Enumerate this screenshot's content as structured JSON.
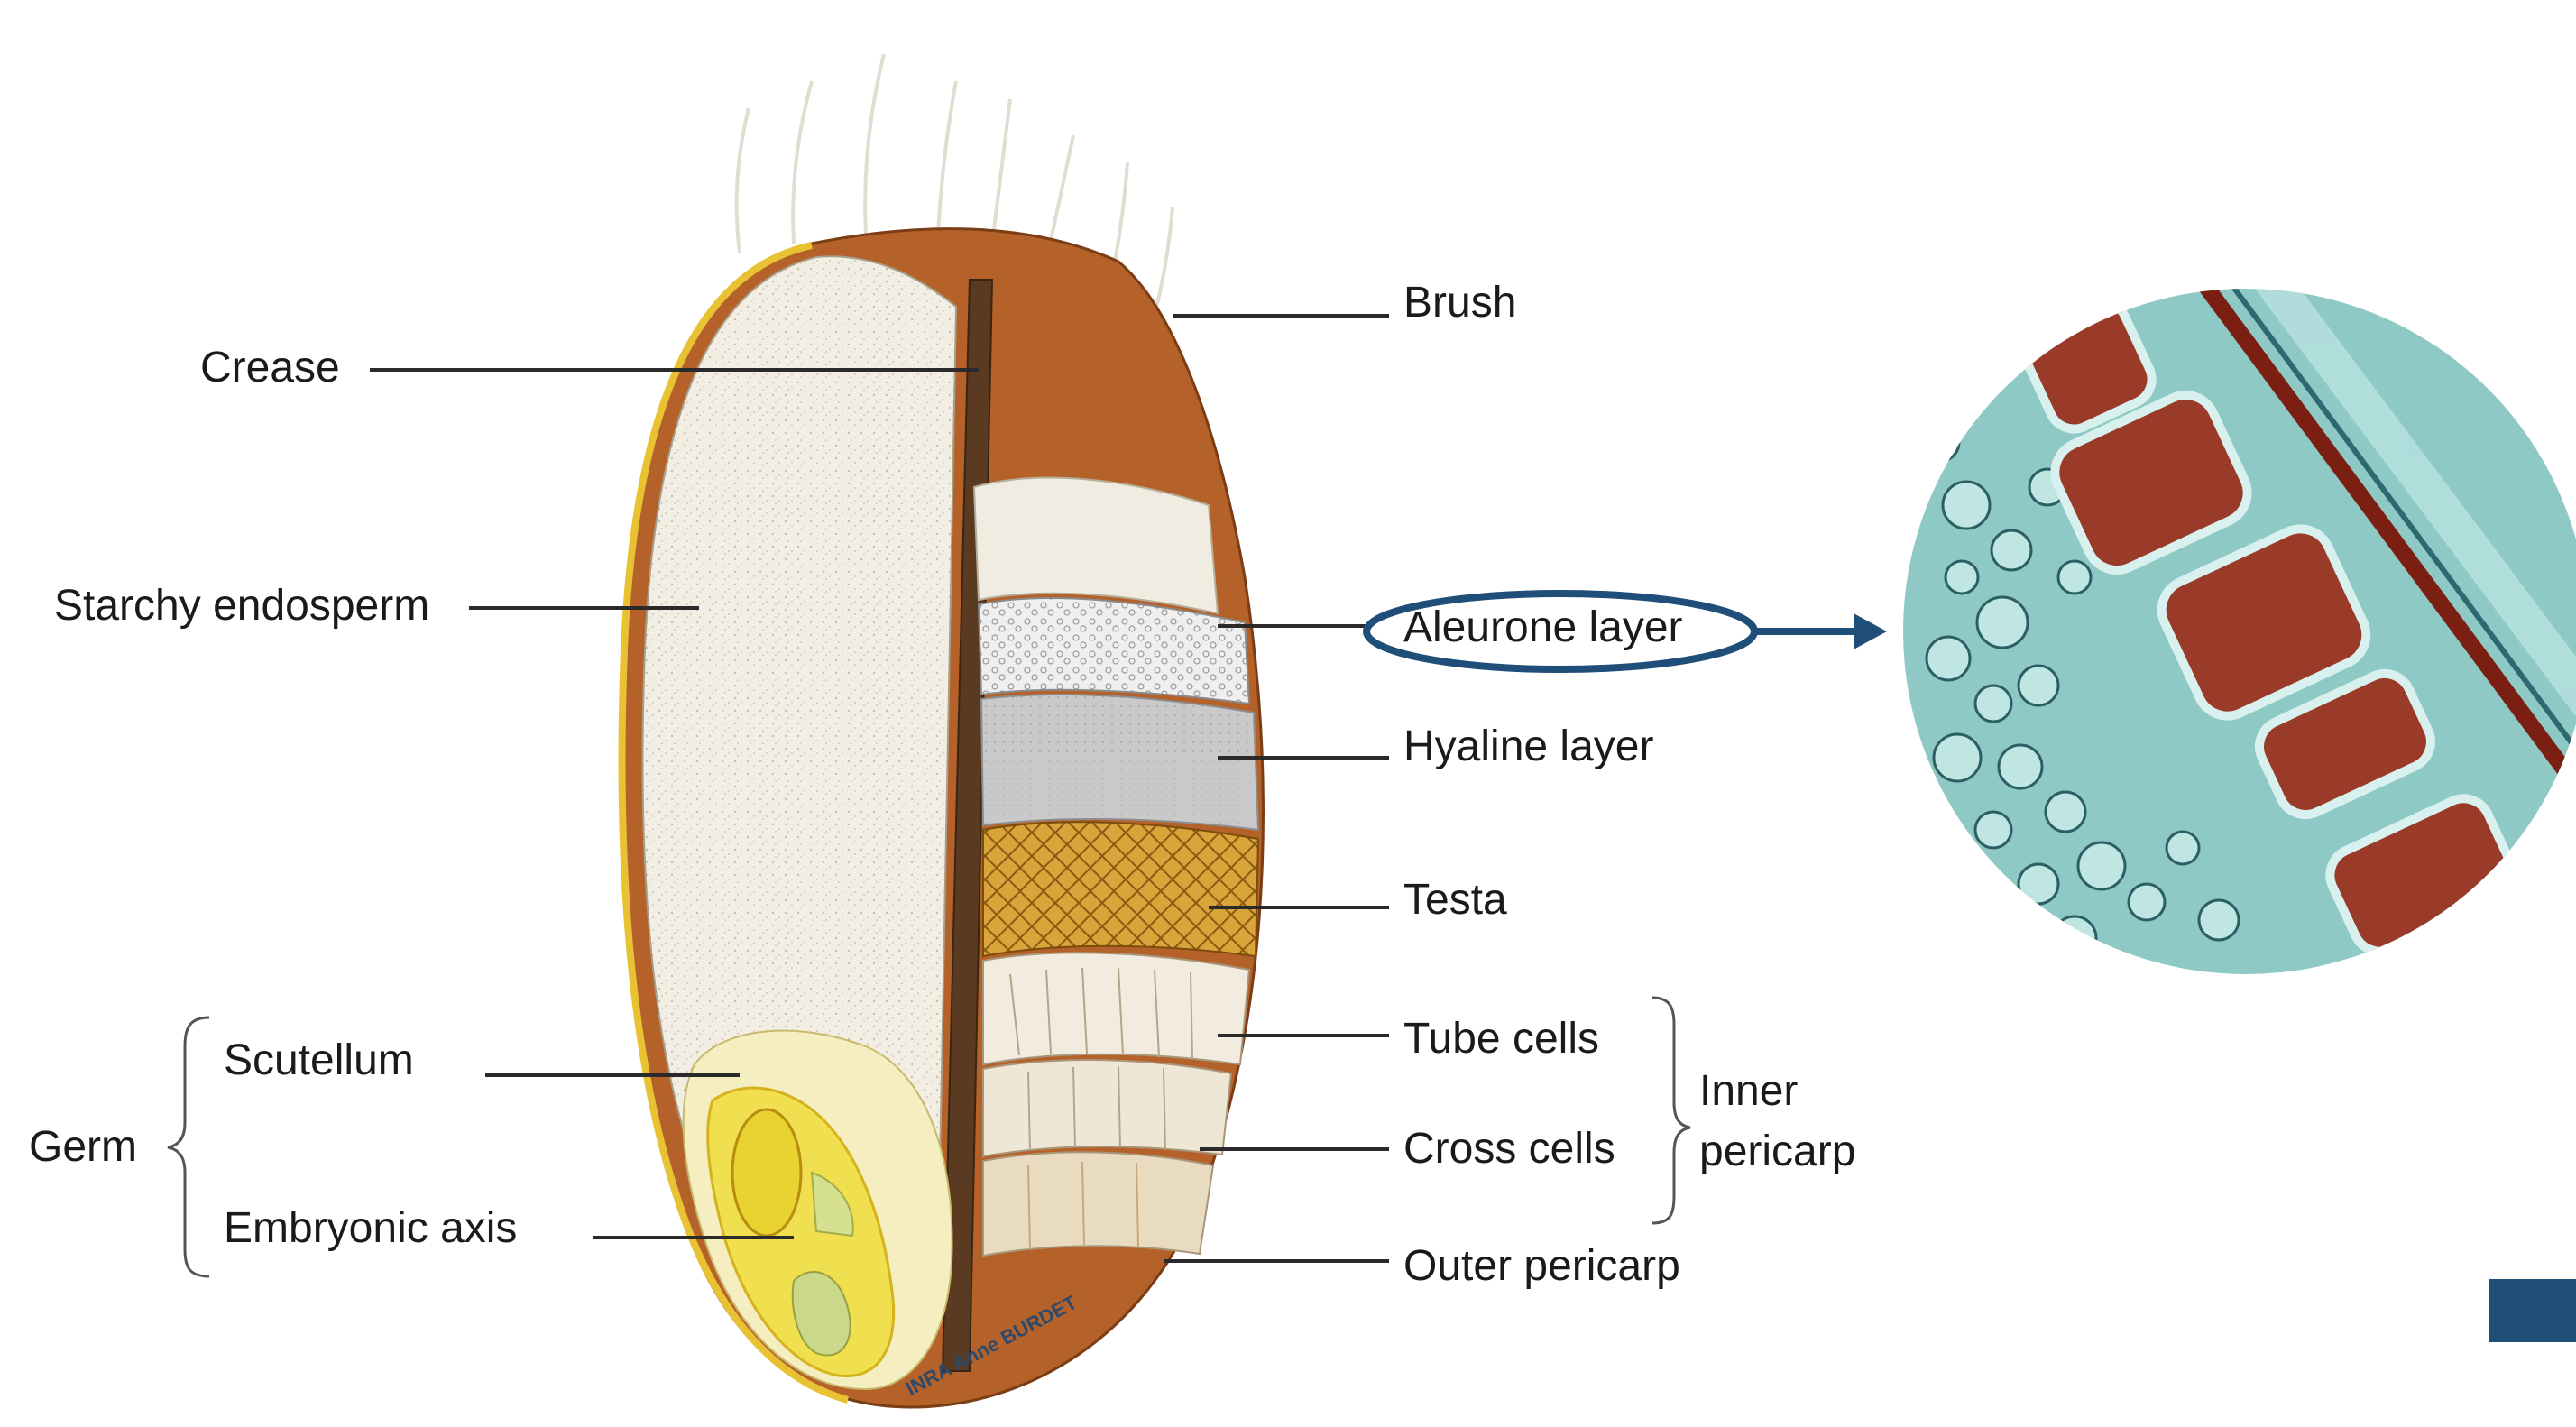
{
  "labels": {
    "crease": "Crease",
    "starchy_endosperm": "Starchy endosperm",
    "scutellum": "Scutellum",
    "embryonic_axis": "Embryonic axis",
    "germ": "Germ",
    "brush": "Brush",
    "aleurone_layer": "Aleurone layer",
    "hyaline_layer": "Hyaline layer",
    "testa": "Testa",
    "tube_cells": "Tube cells",
    "cross_cells": "Cross cells",
    "outer_pericarp": "Outer pericarp",
    "inner_pericarp_line1": "Inner",
    "inner_pericarp_line2": "pericarp"
  },
  "watermark": "INRA  Anne BURDET",
  "colors": {
    "accent": "#1f4e79",
    "corner_box": "#1f4e79",
    "bran_brown": "#b4612a",
    "endosperm": "#f3ede1",
    "testa_gold": "#d9a43a",
    "germ_yellow": "#f0e050",
    "micro_bg": "#8ec9c6",
    "aleurone_cell": "#9a3b2a"
  }
}
